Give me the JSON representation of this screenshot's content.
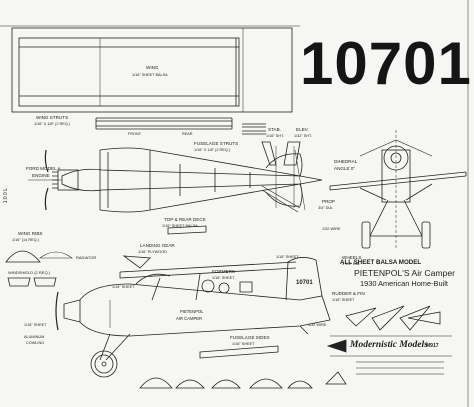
{
  "plan": {
    "registration": "10701",
    "labels": {
      "wing": "WING",
      "wing_sub": "1/16\" SHEET BALSA",
      "wing_struts": "WING STRUTS",
      "wing_struts_sub": "1/16\" X 1/8\" (2 REQ.)",
      "front": "FRONT",
      "rear": "REAR",
      "fuselage_struts": "FUSELAGE STRUTS",
      "fuselage_struts_sub": "1/16\" X 1/8\" (2 REQ.)",
      "stab": "STAB.",
      "stab_sub": "1/16\" SHT.",
      "elev": "ELEV.",
      "elev_sub": "1/32\" SHT.",
      "ford_model": "FORD MODEL A",
      "engine": "ENGINE",
      "dihedral": "DIHEDRAL",
      "angle": "ANGLE 0°",
      "prop": "PROP",
      "prop_sub": "3/4\" DIA.",
      "wire": "1/32 WIRE",
      "top_deck": "TOP & REAR DECK",
      "top_deck_sub": "1/16\" SHEET BALSA",
      "wing_ribs": "WING RIBS",
      "wing_ribs_sub": "1/16\" (14 REQ.)",
      "landing_gear": "LANDING GEAR",
      "landing_gear_sub": "1/16\" PLYWOOD",
      "windshield": "WINDSHIELD (2 REQ.)",
      "radiator": "RADIATOR",
      "formers": "FORMERS",
      "formers_sub": "1/16\" SHEET",
      "wheels": "WHEELS",
      "wheels_sub": "1 1/4\" DIA.",
      "sheet_tail": "1/16\" SHEET",
      "sheet_fus": "1/16\" SHEET",
      "pietenpol_side": "PIETENPOL",
      "air_camper_side": "AIR CAMPER",
      "aluminum": "ALUMINUM",
      "cowling": "COWLING",
      "sheet_small": "1/16\" SHEET",
      "wire2": "1/32 WIRE",
      "rudder_fin": "RUDDER & FIN",
      "rudder_fin_sub": "1/16\" SHEET",
      "fuselage_sides": "FUSELAGE SIDES",
      "fuselage_sides_sub": "1/16\" SHEET",
      "left_margin": "1:0 0 L"
    },
    "title_block": {
      "line1": "ALL SHEET BALSA MODEL",
      "line2": "PIETENPOL'S Air Camper",
      "line3": "1930 American Home-Built",
      "brand": "Modernistic Models",
      "number": "M917"
    }
  }
}
